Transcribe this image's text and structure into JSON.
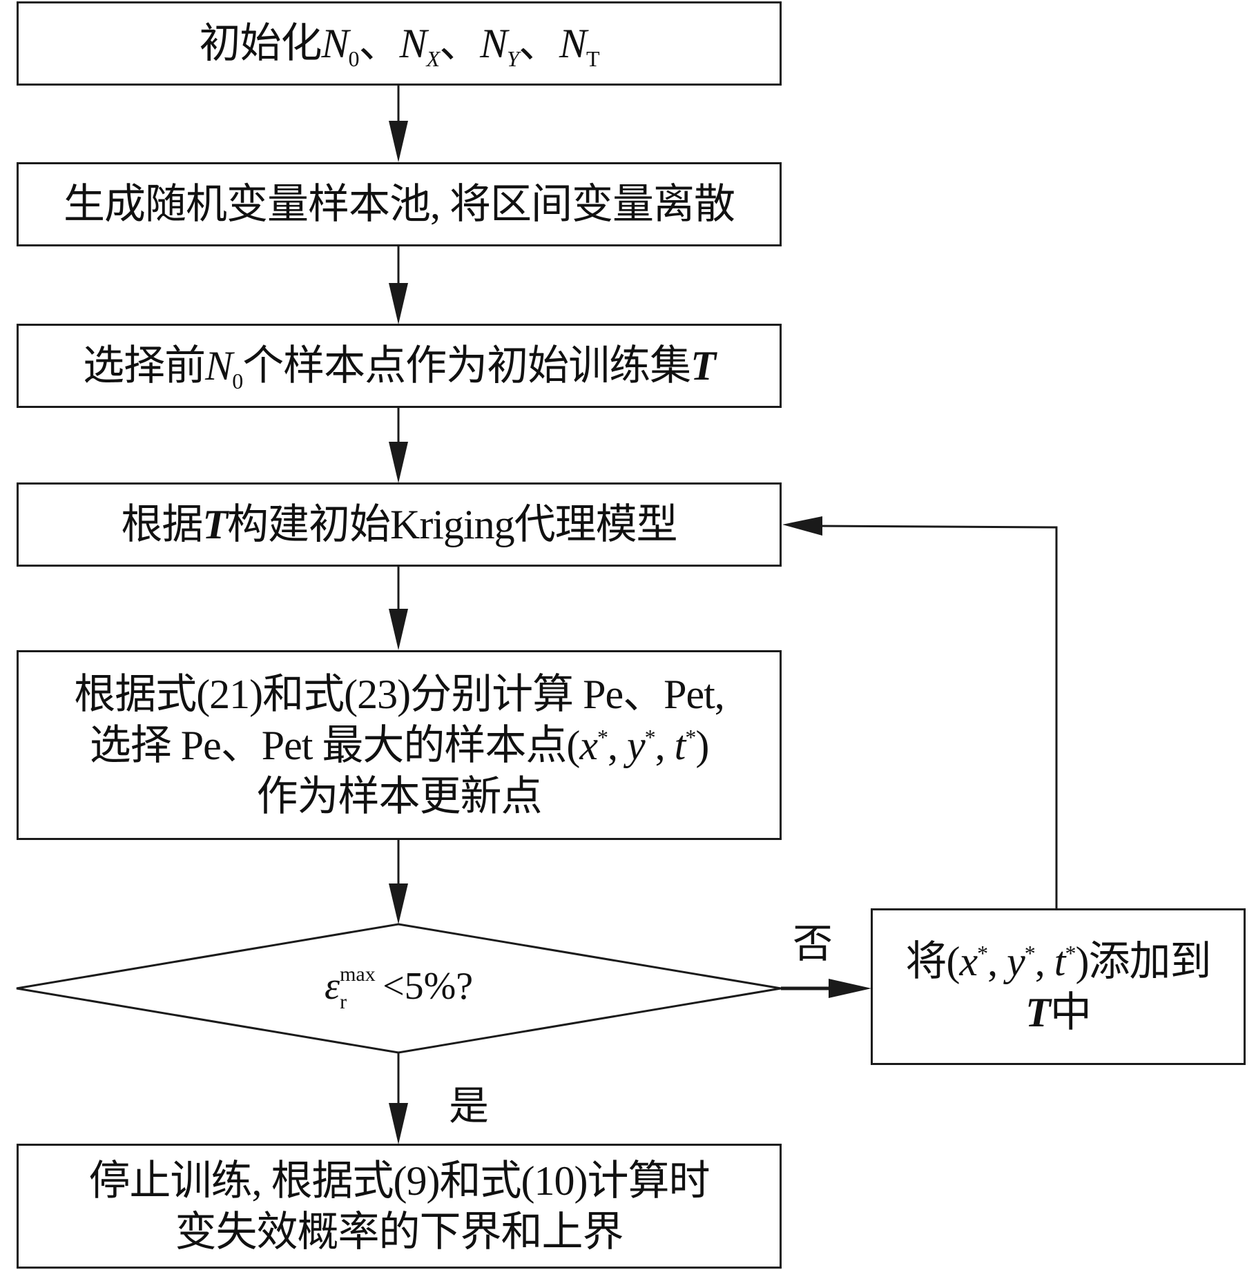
{
  "steps": {
    "init": {
      "prefix": "初始化",
      "n": "N",
      "sub0": "0",
      "sep": "、",
      "subX": "X",
      "subY": "Y",
      "subT": "T"
    },
    "sample_pool": {
      "text": "生成随机变量样本池, 将区间变量离散"
    },
    "select_initial": {
      "prefix": "选择前",
      "n": "N",
      "sub0": "0",
      "middle": "个样本点作为初始训练集",
      "T": "T"
    },
    "build_model": {
      "prefix": "根据",
      "T": "T",
      "suffix": "构建初始Kriging代理模型"
    },
    "compute_update": {
      "line1": "根据式(21)和式(23)分别计算 Pe、Pet,",
      "line2_prefix": "选择 Pe、Pet 最大的样本点(",
      "x": "x",
      "y": "y",
      "t": "t",
      "star": "*",
      "comma": ", ",
      "close": ")",
      "line3": "作为样本更新点"
    },
    "decision": {
      "epsilon": "ε",
      "sub": "r",
      "sup": "max",
      "condition": "<5%?"
    },
    "add_to_T": {
      "prefix": "将(",
      "x": "x",
      "y": "y",
      "t": "t",
      "star": "*",
      "comma": ", ",
      "suffix": ")添加到",
      "T": "T",
      "line2_suffix": "中"
    },
    "finish": {
      "line1": "停止训练, 根据式(9)和式(10)计算时",
      "line2": "变失效概率的下界和上界"
    }
  },
  "edge_labels": {
    "no": "否",
    "yes": "是"
  },
  "colors": {
    "stroke": "#1a1a1a",
    "background": "#ffffff"
  }
}
